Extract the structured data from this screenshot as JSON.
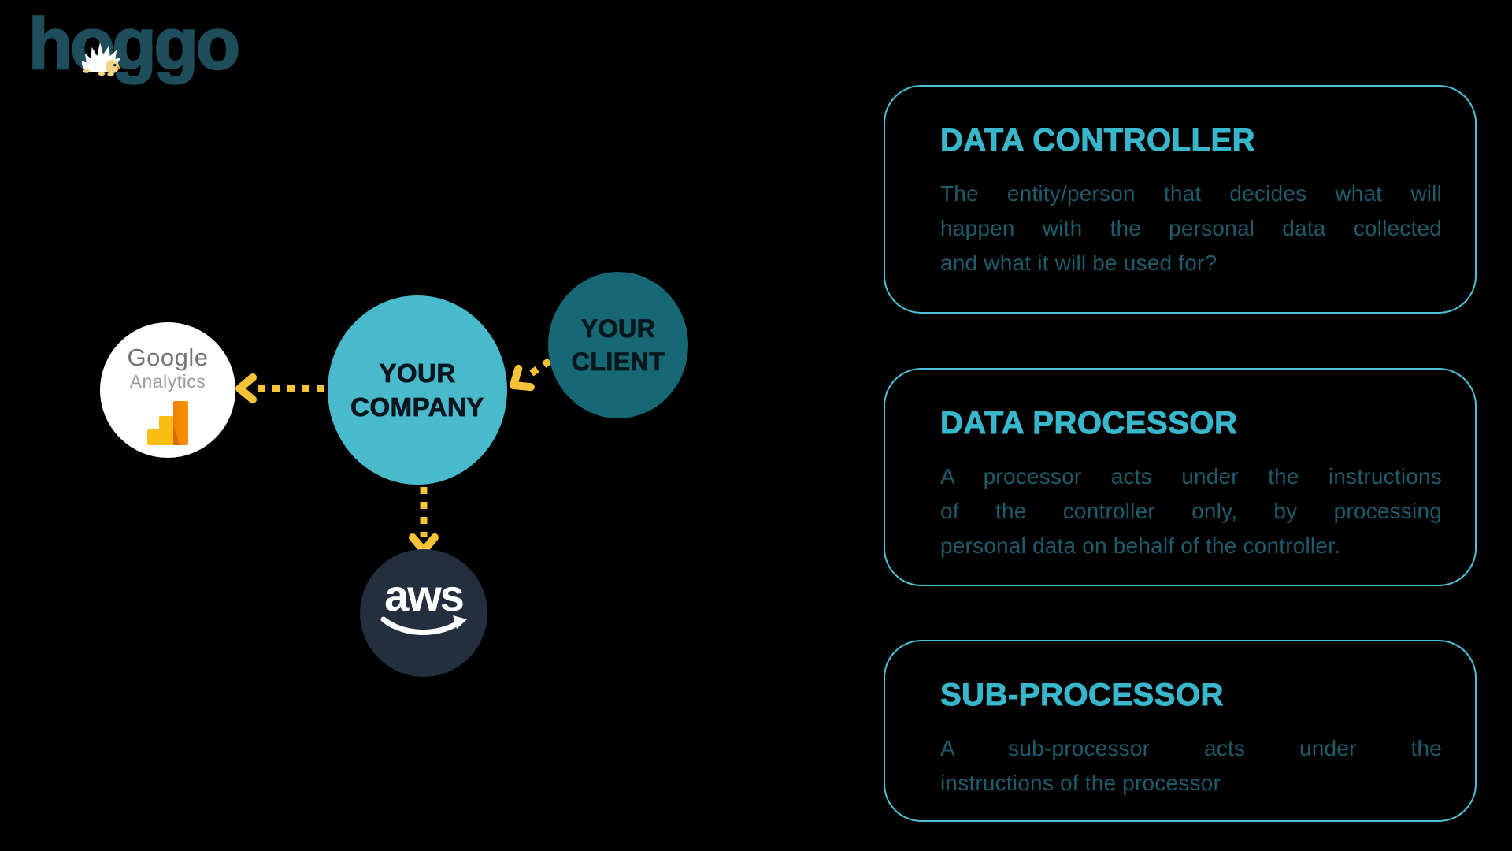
{
  "canvas": {
    "background_color": "#000000"
  },
  "logo": {
    "text": "hoggo",
    "text_color": "#1e4e5c",
    "mascot": "hedgehog"
  },
  "diagram": {
    "arrow_color": "#f6c436",
    "nodes": {
      "google_analytics": {
        "brand_line1": "Google",
        "brand_line2": "Analytics",
        "circle_color": "#ffffff",
        "text_color": "#757575"
      },
      "your_company": {
        "label": "YOUR\nCOMPANY",
        "circle_color": "#48bacb",
        "text_color": "#0a161e"
      },
      "your_client": {
        "label": "YOUR\nCLIENT",
        "circle_color": "#156874",
        "text_color": "#0a161e"
      },
      "aws": {
        "label": "aws",
        "circle_color": "#232f3e",
        "text_color": "#ffffff"
      }
    },
    "connections": [
      {
        "from": "your_company",
        "to": "google_analytics",
        "style": "yellow-dotted-arrow"
      },
      {
        "from": "your_client",
        "to": "your_company",
        "style": "yellow-dotted-arrow"
      },
      {
        "from": "your_company",
        "to": "aws",
        "style": "yellow-dotted-arrow"
      }
    ]
  },
  "cards": [
    {
      "title": "DATA CONTROLLER",
      "lines": [
        "The entity/person that decides what will",
        "happen with the personal data collected",
        "and what it will be used for?"
      ]
    },
    {
      "title": "DATA PROCESSOR",
      "lines": [
        "A processor acts under the instructions",
        "of the controller only, by processing",
        "personal data on behalf of the controller."
      ]
    },
    {
      "title": "SUB-PROCESSOR",
      "lines": [
        "A sub-processor acts under the",
        "instructions of the processor"
      ]
    }
  ],
  "card_style": {
    "border_color": "#4dc2d6",
    "title_color": "#38b7cc",
    "body_color": "#1e5b6b"
  }
}
